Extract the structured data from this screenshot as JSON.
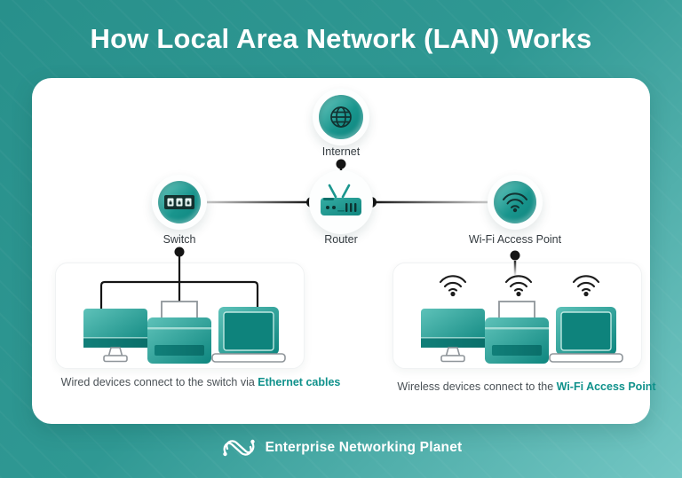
{
  "title": "How Local Area Network (LAN) Works",
  "nodes": {
    "internet": {
      "label": "Internet",
      "icon": "globe-icon"
    },
    "switch": {
      "label": "Switch",
      "icon": "switch-ports-icon"
    },
    "router": {
      "label": "Router",
      "icon": "router-icon"
    },
    "wifi_ap": {
      "label": "Wi-Fi Access Point",
      "icon": "wifi-icon"
    }
  },
  "wired_section": {
    "device_icons": [
      "desktop-monitor-icon",
      "printer-icon",
      "laptop-icon"
    ],
    "caption": {
      "text": "Wired devices connect to the switch via ",
      "highlight": "Ethernet cables"
    }
  },
  "wireless_section": {
    "device_icons": [
      "desktop-monitor-icon",
      "printer-icon",
      "laptop-icon"
    ],
    "signal_icon": "wifi-signal-icon",
    "caption": {
      "text": "Wireless devices connect to the ",
      "highlight": "Wi-Fi Access Point"
    }
  },
  "footer": {
    "brand": "Enterprise Networking Planet",
    "logo": "network-knot-icon"
  },
  "colors": {
    "accent_teal": "#0f918b",
    "node_gradient_light": "#6fcac1",
    "node_gradient_dark": "#0c837d",
    "background_top": "#28908b",
    "background_bottom": "#74c7c4",
    "line_black": "#141414",
    "line_faded": "#c8c8c8",
    "label_text": "#343b40",
    "caption_text": "#4a5156"
  }
}
